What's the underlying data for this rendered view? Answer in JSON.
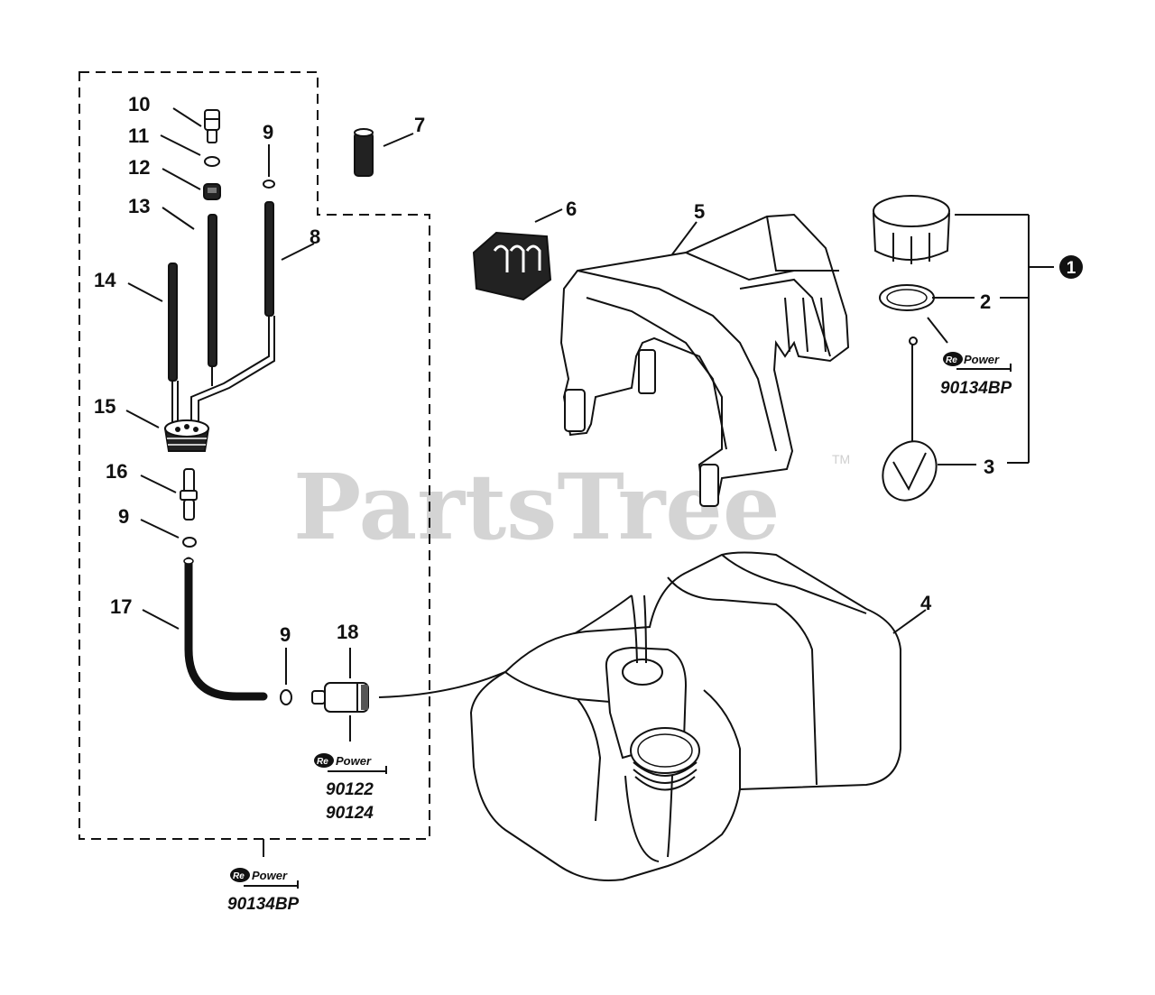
{
  "watermark": {
    "text": "PartsTree",
    "trademark": "TM"
  },
  "callouts": {
    "c1": "1",
    "c2": "2",
    "c3": "3",
    "c4": "4",
    "c5": "5",
    "c6": "6",
    "c7": "7",
    "c8": "8",
    "c9a": "9",
    "c9b": "9",
    "c9c": "9",
    "c10": "10",
    "c11": "11",
    "c12": "12",
    "c13": "13",
    "c14": "14",
    "c15": "15",
    "c16": "16",
    "c17": "17",
    "c18": "18"
  },
  "repower": {
    "brand_prefix": "Re",
    "brand_word": "Power",
    "kit_cap": "90134BP",
    "kit_filter": [
      "90122",
      "90124"
    ],
    "kit_assembly": "90134BP"
  }
}
